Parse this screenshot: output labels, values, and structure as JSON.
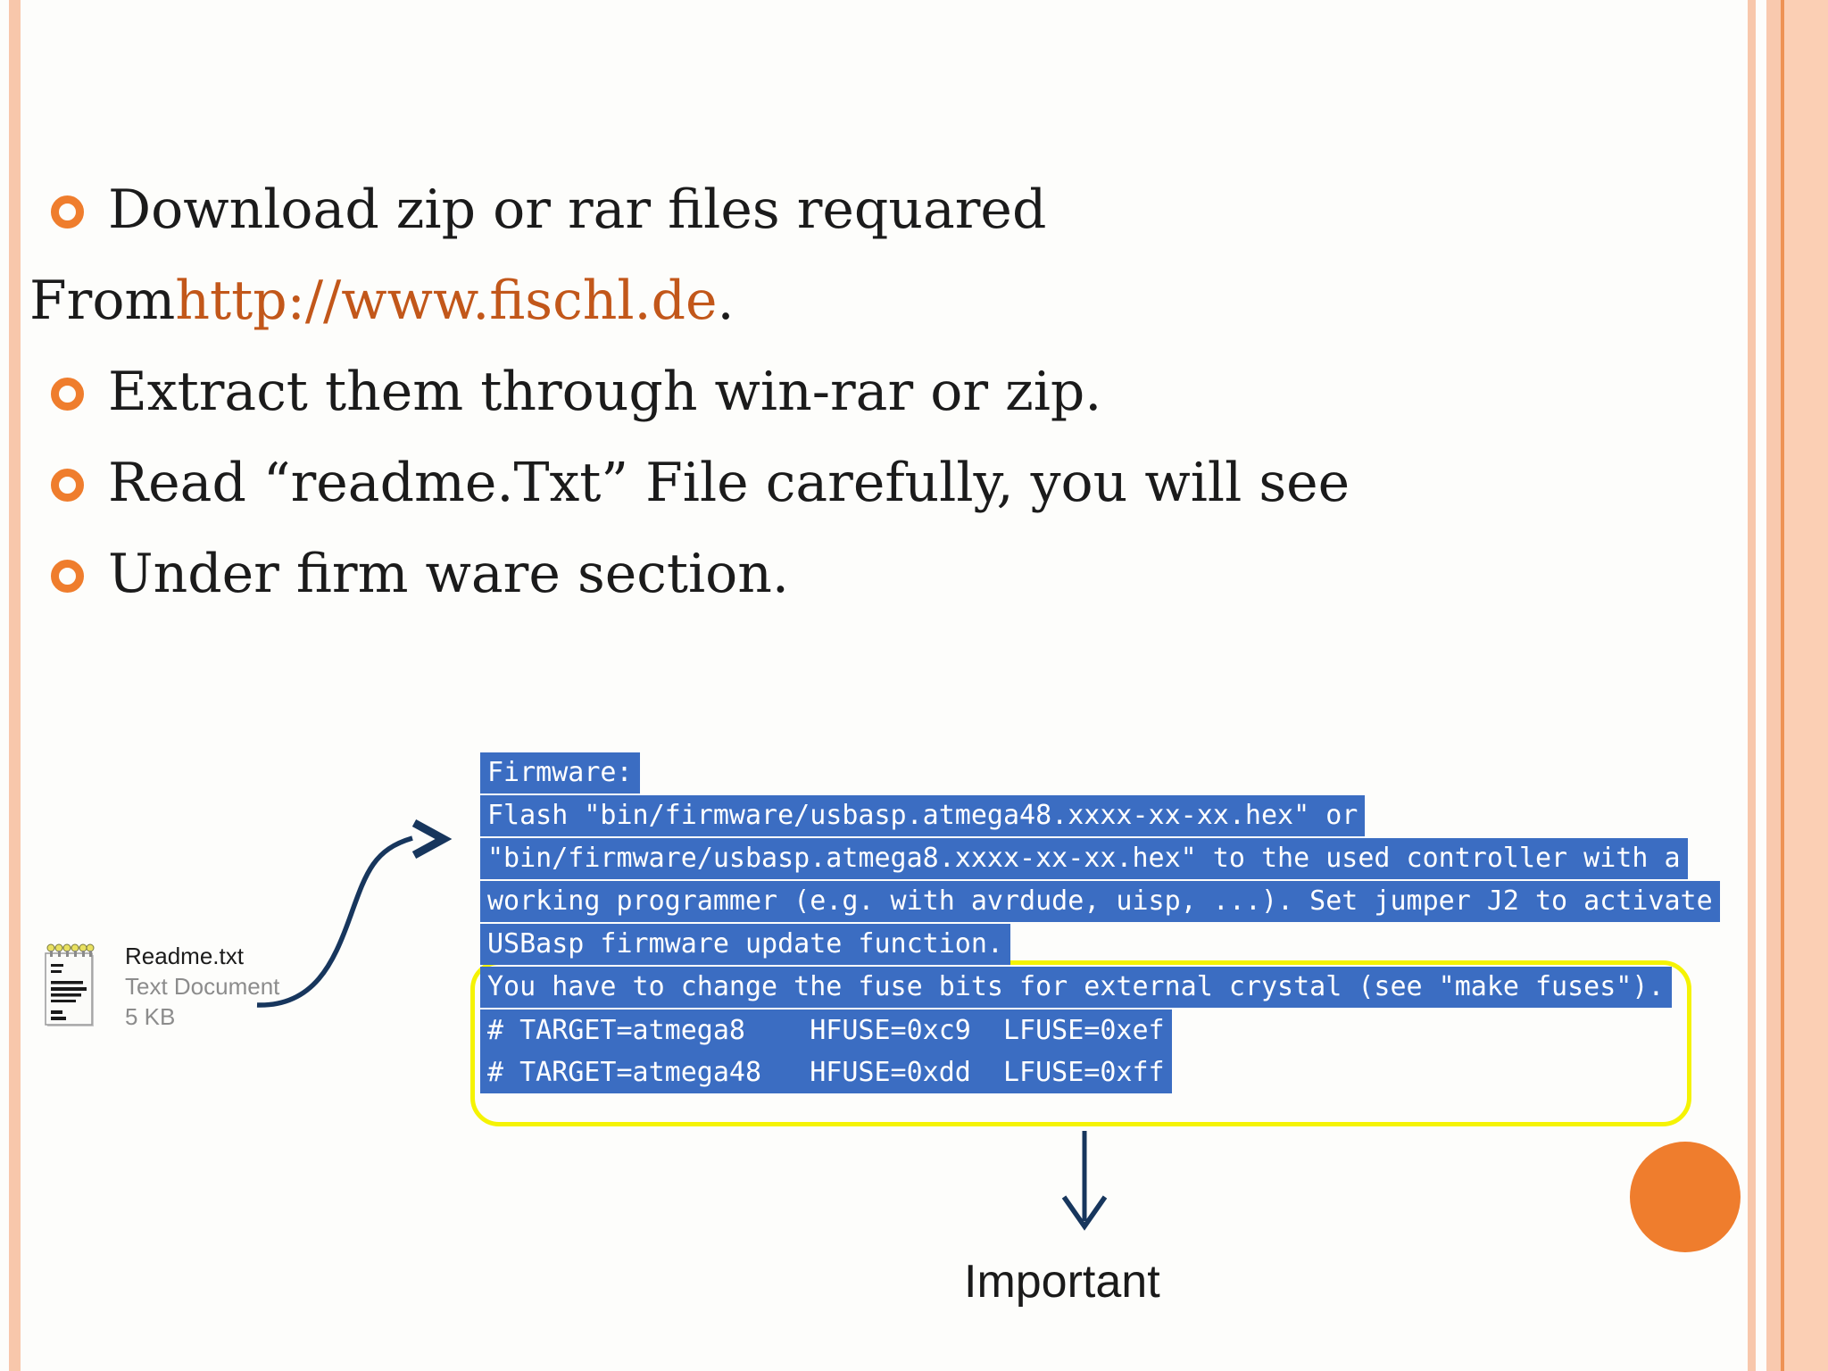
{
  "slide": {
    "bullets": [
      {
        "label": "Download zip or rar files requared"
      },
      {
        "prefix": "From ",
        "link": "http://www.fischl.de",
        "suffix": " ."
      },
      {
        "label": "Extract them through win-rar or zip."
      },
      {
        "label": "Read “readme.Txt” File carefully, you will see"
      },
      {
        "label": "Under firm ware section."
      }
    ],
    "file": {
      "name": "Readme.txt",
      "kind": "Text Document",
      "size": "5 KB"
    },
    "code": {
      "lines": [
        "Firmware:",
        "Flash \"bin/firmware/usbasp.atmega48.xxxx-xx-xx.hex\" or",
        "\"bin/firmware/usbasp.atmega8.xxxx-xx-xx.hex\" to the used controller with a",
        "working programmer (e.g. with avrdude, uisp, ...). Set jumper J2 to activate",
        "USBasp firmware update function.",
        "You have to change the fuse bits for external crystal (see \"make fuses\").",
        "# TARGET=atmega8    HFUSE=0xc9  LFUSE=0xef",
        "# TARGET=atmega48   HFUSE=0xdd  LFUSE=0xff"
      ]
    },
    "callout": {
      "label": "Important"
    },
    "colors": {
      "bullet_orange": "#EF7D2D",
      "link_orange": "#C2571A",
      "border_pink": "#F8C7AB",
      "border_pink_dark": "#EE9254",
      "highlight_blue": "#3B6DC2",
      "code_text_white": "#FFFFFF",
      "outline_yellow": "#F5F303",
      "arrow_navy": "#17365D",
      "circle_orange": "#EF7D2D"
    }
  }
}
